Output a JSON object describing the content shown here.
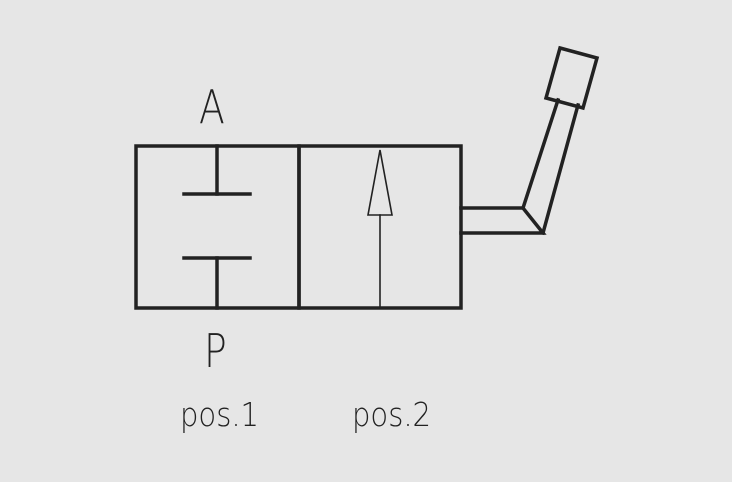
{
  "colors": {
    "background": "#e6e6e6",
    "line": "#222222"
  },
  "symbol": {
    "type": "2-position hand-lever directional valve",
    "actuator_icon": "hand-lever-icon"
  },
  "ports": {
    "top": "A",
    "bottom": "P"
  },
  "positions": [
    {
      "label": "pos.1",
      "content": "blocked-ports-icon"
    },
    {
      "label": "pos.2",
      "content": "flow-arrow-up-icon"
    }
  ]
}
